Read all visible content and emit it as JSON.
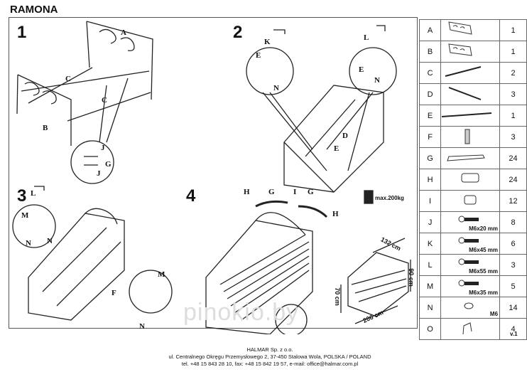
{
  "title": "RAMONA",
  "steps": [
    "1",
    "2",
    "3",
    "4"
  ],
  "labels": {
    "s1": [
      "A",
      "B",
      "C",
      "C",
      "J",
      "G",
      "J"
    ],
    "s2": [
      "K",
      "L",
      "E",
      "N",
      "E",
      "N",
      "D",
      "E"
    ],
    "s3": [
      "L",
      "M",
      "N",
      "N",
      "F",
      "M",
      "N"
    ],
    "s4": [
      "H",
      "G",
      "I",
      "G",
      "H"
    ]
  },
  "weight": "max.200kg",
  "dimensions": {
    "width": "132 cm",
    "height": "90 cm",
    "foot": "70 cm",
    "length": "206 cm"
  },
  "parts": [
    {
      "id": "A",
      "icon": "headboard",
      "qty": "1",
      "spec": ""
    },
    {
      "id": "B",
      "icon": "footboard",
      "qty": "1",
      "spec": ""
    },
    {
      "id": "C",
      "icon": "side-rail",
      "qty": "2",
      "spec": ""
    },
    {
      "id": "D",
      "icon": "cross-rail",
      "qty": "3",
      "spec": ""
    },
    {
      "id": "E",
      "icon": "center-rail",
      "qty": "1",
      "spec": ""
    },
    {
      "id": "F",
      "icon": "support-leg",
      "qty": "3",
      "spec": ""
    },
    {
      "id": "G",
      "icon": "slat",
      "qty": "24",
      "spec": ""
    },
    {
      "id": "H",
      "icon": "slat-cap",
      "qty": "24",
      "spec": ""
    },
    {
      "id": "I",
      "icon": "slat-holder",
      "qty": "12",
      "spec": ""
    },
    {
      "id": "J",
      "icon": "bolt",
      "qty": "8",
      "spec": "M6x20 mm"
    },
    {
      "id": "K",
      "icon": "bolt",
      "qty": "6",
      "spec": "M6x45 mm"
    },
    {
      "id": "L",
      "icon": "bolt",
      "qty": "3",
      "spec": "M6x55 mm"
    },
    {
      "id": "M",
      "icon": "bolt",
      "qty": "5",
      "spec": "M6x35 mm"
    },
    {
      "id": "N",
      "icon": "nut",
      "qty": "14",
      "spec": "M6"
    },
    {
      "id": "O",
      "icon": "bracket",
      "qty": "4",
      "spec": ""
    }
  ],
  "footer": [
    "HALMAR Sp. z o.o.",
    "ul. Centralnego Okręgu Przemysłowego 2, 37-450 Stalowa Wola, POLSKA / POLAND",
    "tel. +48 15 843 28 10, fax: +48 15 842 19 57, e-mail: office@halmar.com.pl"
  ],
  "version": "v.1",
  "watermark": "pinokio.by"
}
